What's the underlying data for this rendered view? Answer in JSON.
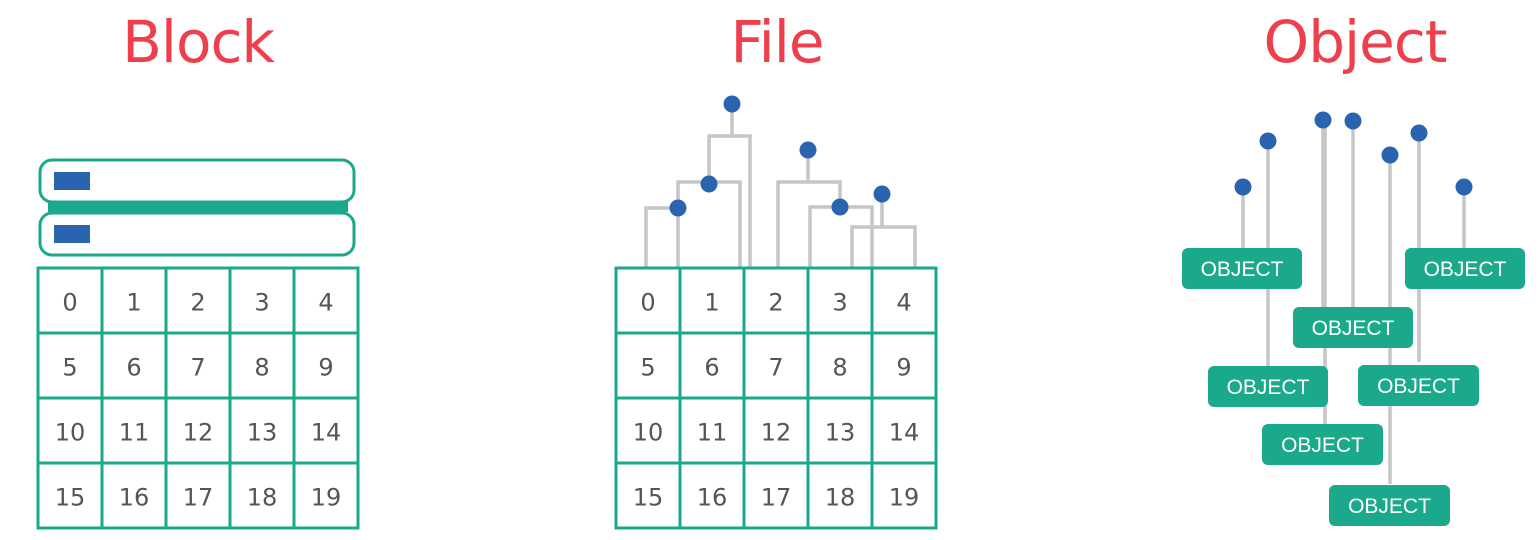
{
  "titles": {
    "block": "Block",
    "file": "File",
    "object": "Object"
  },
  "grid_numbers": [
    "0",
    "1",
    "2",
    "3",
    "4",
    "5",
    "6",
    "7",
    "8",
    "9",
    "10",
    "11",
    "12",
    "13",
    "14",
    "15",
    "16",
    "17",
    "18",
    "19"
  ],
  "object_label": "OBJECT",
  "colors": {
    "title": "#ee3f4c",
    "teal": "#1aa98a",
    "blue": "#2a64b0",
    "line": "#c6c6c6",
    "text": "#555555"
  }
}
